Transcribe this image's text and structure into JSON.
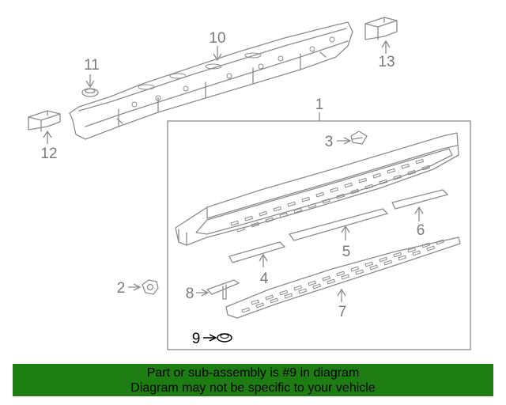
{
  "callouts": {
    "c1": "1",
    "c2": "2",
    "c3": "3",
    "c4": "4",
    "c5": "5",
    "c6": "6",
    "c7": "7",
    "c8": "8",
    "c9": "9",
    "c10": "10",
    "c11": "11",
    "c12": "12",
    "c13": "13"
  },
  "highlighted_part": "9",
  "banner": {
    "line1": "Part or sub-assembly is #9 in diagram",
    "line2": "Diagram may not be specific to your vehicle"
  },
  "colors": {
    "banner_bg": "#1e7d12",
    "line_art": "#8c8c8c",
    "highlight": "#000000"
  }
}
